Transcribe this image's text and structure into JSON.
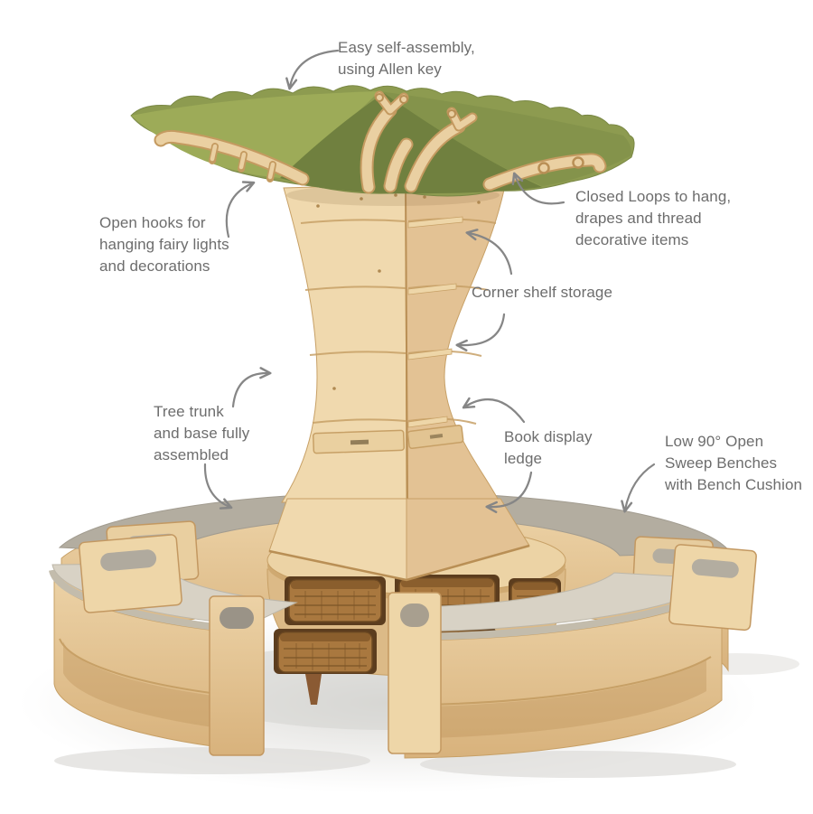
{
  "page": {
    "background": "#ffffff"
  },
  "annotations": {
    "self_assembly": {
      "lines": [
        "Easy self-assembly,",
        "using Allen key"
      ]
    },
    "open_hooks": {
      "lines": [
        "Open hooks for",
        "hanging fairy lights",
        "and decorations"
      ]
    },
    "closed_loops": {
      "lines": [
        "Closed Loops to hang,",
        "drapes and thread",
        "decorative items"
      ]
    },
    "corner_shelf": {
      "lines": [
        "Corner shelf storage"
      ]
    },
    "tree_trunk": {
      "lines": [
        "Tree trunk",
        "and base fully",
        "assembled"
      ]
    },
    "book_display": {
      "lines": [
        "Book display",
        "ledge"
      ]
    },
    "benches": {
      "lines": [
        "Low 90° Open",
        "Sweep Benches",
        "with Bench Cushion"
      ]
    }
  },
  "colors": {
    "page-bg": "#ffffff",
    "label-text": "#6d6d6d",
    "arrow": "#868686",
    "canopy-green": "#8d9b50",
    "canopy-green-light": "#9dab58",
    "canopy-green-dark": "#70803f",
    "wood-light": "#eed6a8",
    "wood-mid": "#ddbb8a",
    "wood-edge": "#c39861",
    "wicker": "#a9783f",
    "wicker-dark": "#5c3d1e",
    "cushion-front": "#d8d2c5",
    "cushion-back": "#b3ada0",
    "feet-brown": "#8a5a33"
  }
}
